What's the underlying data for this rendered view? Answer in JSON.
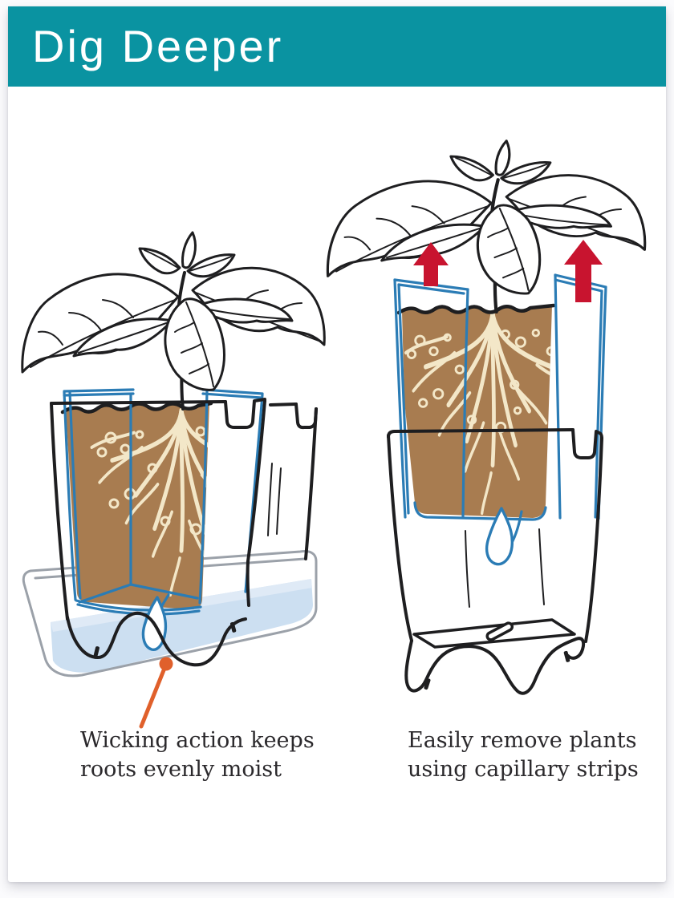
{
  "header": {
    "title": "Dig Deeper"
  },
  "captions": {
    "left": {
      "line1": "Wicking action keeps",
      "line2": "roots evenly moist"
    },
    "right": {
      "line1": "Easily remove plants",
      "line2": "using capillary strips"
    }
  },
  "colors": {
    "banner_teal": "#0A93A1",
    "title_text": "#FFFFFF",
    "page_bg": "#FBFBFD",
    "card_bg": "#FFFFFF",
    "outline_black": "#1E1E20",
    "liner_blue": "#2B7CB5",
    "soil_brown": "#A87C50",
    "root_cream": "#F3E7C8",
    "water_blue": "#CCDFF1",
    "water_highlight": "#DFEAF6",
    "tray_gray": "#9BA1A9",
    "arrow_red": "#C8142F",
    "callout_orange": "#E0602B",
    "caption_text": "#2B292C"
  }
}
